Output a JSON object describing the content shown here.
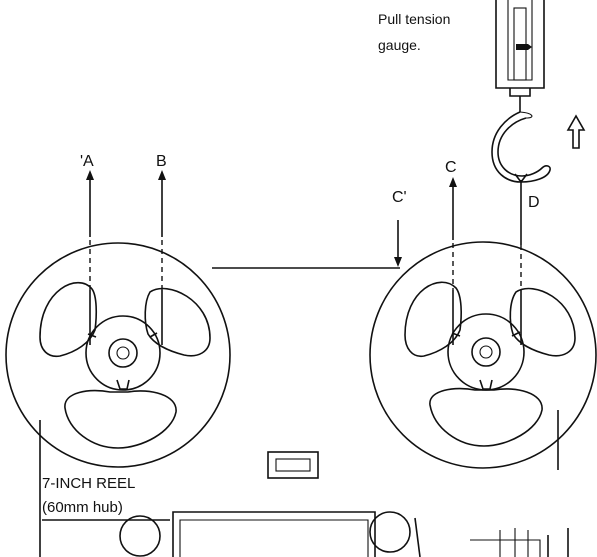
{
  "labels": {
    "point_a": "'A",
    "point_b": "B",
    "point_c": "C",
    "point_c_prime": "C'",
    "point_d": "D",
    "gauge_line1": "Pull tension",
    "gauge_line2": "gauge.",
    "reel_size": "7-INCH REEL",
    "hub_size": "(60mm hub)"
  },
  "colors": {
    "ink": "#111111",
    "background": "#ffffff"
  }
}
